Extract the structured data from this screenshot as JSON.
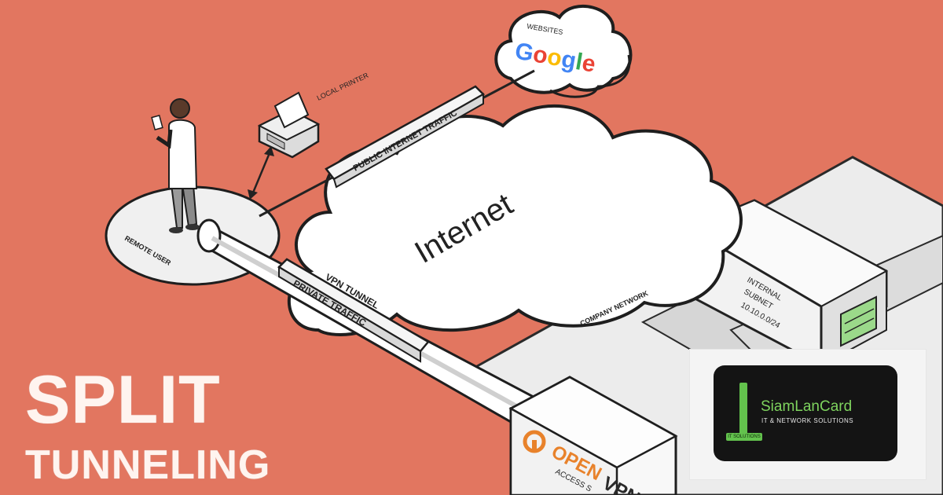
{
  "title": {
    "line1": "SPLIT",
    "line2": "TUNNELING"
  },
  "labels": {
    "websites": "WEBSITES",
    "google": "Google",
    "local_printer": "LOCAL PRINTER",
    "public_traffic": "PUBLIC INTERNET TRAFFIC",
    "internet": "Internet",
    "remote_user": "REMOTE USER",
    "vpn_tunnel": "VPN TUNNEL",
    "private_traffic": "PRIVATE TRAFFIC",
    "company_network": "COMPANY NETWORK",
    "internal": "INTERNAL",
    "subnet": "SUBNET",
    "subnet_range": "10.10.0.0/24",
    "openvpn_open": "OPEN",
    "openvpn_vpn": "VPN",
    "openvpn_sub": "ACCESS S"
  },
  "logo": {
    "name": "SiamLanCard",
    "tagline": "IT & NETWORK SOLUTIONS",
    "badge": "IT SOLUTIONS"
  },
  "colors": {
    "background": "#e27660",
    "accent_green": "#63c24d",
    "google_blue": "#4285f4",
    "google_red": "#ea4335",
    "google_yellow": "#fbbc05",
    "google_green": "#34a853",
    "openvpn_orange": "#e8822b"
  }
}
